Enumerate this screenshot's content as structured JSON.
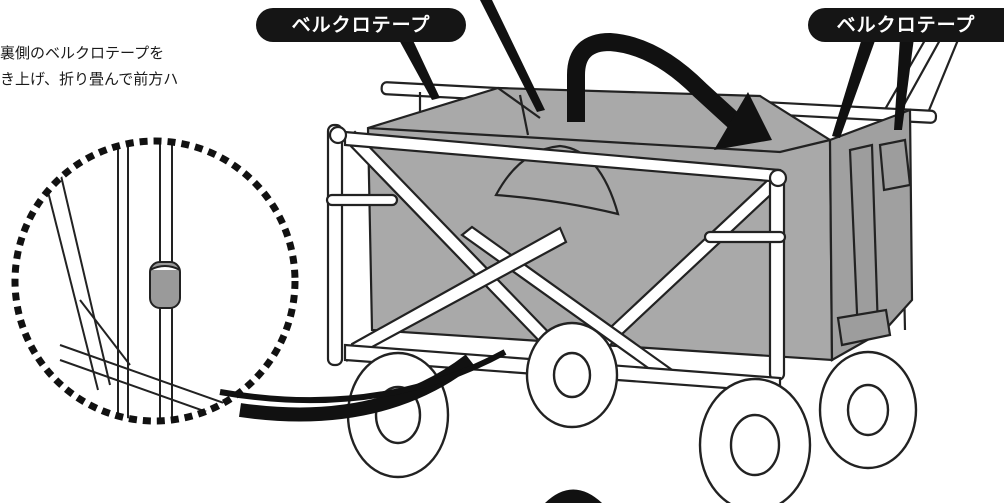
{
  "labels": {
    "velcro_left": "ベルクロテープ",
    "velcro_right": "ベルクロテープ"
  },
  "instructions": {
    "line1": "裏側のベルクロテープを",
    "line2": "き上げ、折り畳んで前方ハ"
  },
  "colors": {
    "fabric": "#a9a9a9",
    "outline": "#111111",
    "badge_bg": "#151515",
    "badge_text": "#ffffff"
  }
}
